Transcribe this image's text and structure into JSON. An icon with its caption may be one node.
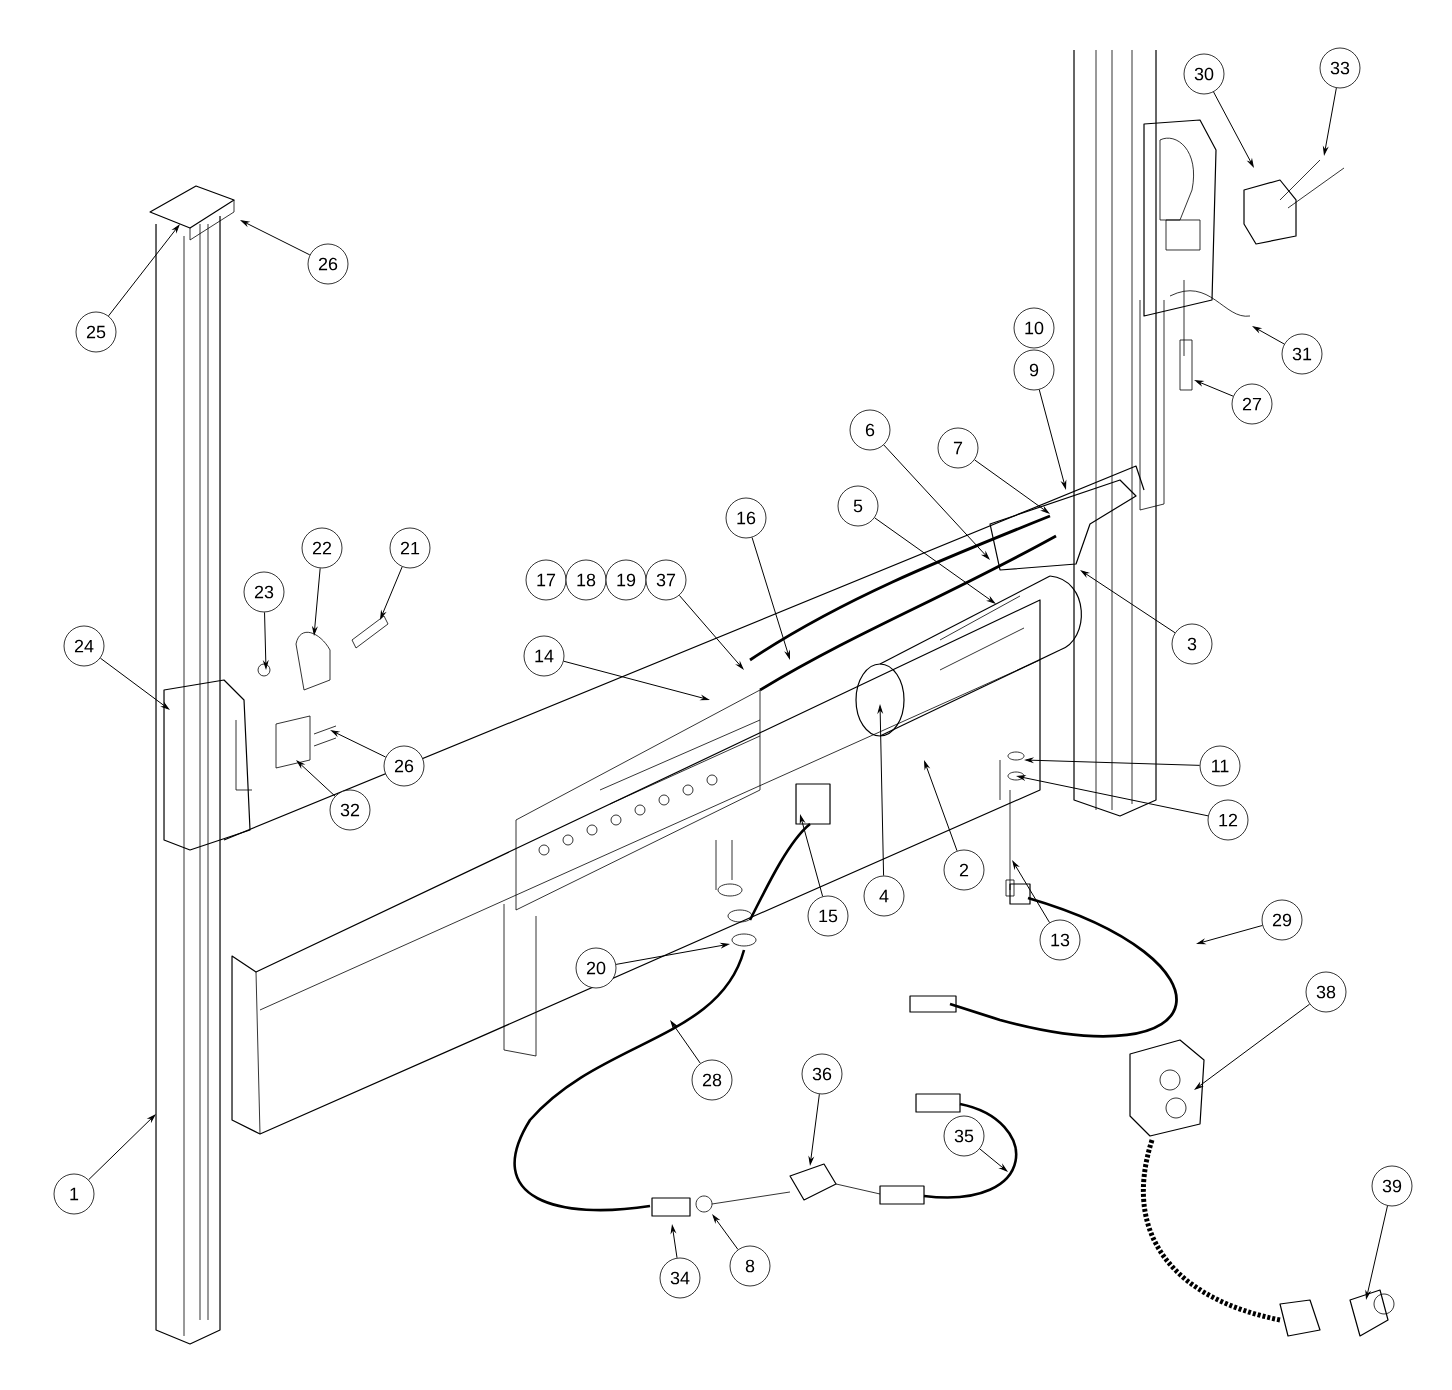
{
  "diagram": {
    "nodes": [
      {
        "text": [
          "1"
        ]
      },
      {
        "text": [
          "2"
        ]
      },
      {
        "text": [
          "3"
        ]
      },
      {
        "text": [
          "4"
        ]
      },
      {
        "text": [
          "5"
        ]
      },
      {
        "text": [
          "6"
        ]
      },
      {
        "text": [
          "7"
        ]
      },
      {
        "text": [
          "8"
        ]
      },
      {
        "text": [
          "9"
        ]
      },
      {
        "text": [
          "10"
        ]
      },
      {
        "text": [
          "11"
        ]
      },
      {
        "text": [
          "12"
        ]
      },
      {
        "text": [
          "13"
        ]
      },
      {
        "text": [
          "14"
        ]
      },
      {
        "text": [
          "15"
        ]
      },
      {
        "text": [
          "16"
        ]
      },
      {
        "text": [
          "17"
        ]
      },
      {
        "text": [
          "18"
        ]
      },
      {
        "text": [
          "19"
        ]
      },
      {
        "text": [
          "20"
        ]
      },
      {
        "text": [
          "21"
        ]
      },
      {
        "text": [
          "22"
        ]
      },
      {
        "text": [
          "23"
        ]
      },
      {
        "text": [
          "24"
        ]
      },
      {
        "text": [
          "25"
        ]
      },
      {
        "text": [
          "26"
        ]
      },
      {
        "text": [
          "26"
        ]
      },
      {
        "text": [
          "27"
        ]
      },
      {
        "text": [
          "28"
        ]
      },
      {
        "text": [
          "29"
        ]
      },
      {
        "text": [
          "30"
        ]
      },
      {
        "text": [
          "31"
        ]
      },
      {
        "text": [
          "32"
        ]
      },
      {
        "text": [
          "33"
        ]
      },
      {
        "text": [
          "34"
        ]
      },
      {
        "text": [
          "35"
        ]
      },
      {
        "text": [
          "36"
        ]
      },
      {
        "text": [
          "37"
        ]
      },
      {
        "text": [
          "38"
        ]
      },
      {
        "text": [
          "39"
        ]
      }
    ],
    "edges": [
      {
        "from": 0,
        "to": null,
        "arrow": "to"
      },
      {
        "from": 1,
        "to": null,
        "arrow": "to"
      },
      {
        "from": 2,
        "to": null,
        "arrow": "to"
      },
      {
        "from": 3,
        "to": null,
        "arrow": "to"
      },
      {
        "from": 4,
        "to": null,
        "arrow": "to"
      },
      {
        "from": 5,
        "to": null,
        "arrow": "to"
      },
      {
        "from": 6,
        "to": null,
        "arrow": "to"
      },
      {
        "from": 7,
        "to": null,
        "arrow": "to"
      },
      {
        "from": 8,
        "to": null,
        "arrow": "to"
      },
      {
        "from": 10,
        "to": null,
        "arrow": "to"
      },
      {
        "from": 11,
        "to": null,
        "arrow": "to"
      },
      {
        "from": 12,
        "to": null,
        "arrow": "to"
      },
      {
        "from": 13,
        "to": null,
        "arrow": "to"
      },
      {
        "from": 14,
        "to": null,
        "arrow": "to"
      },
      {
        "from": 15,
        "to": null,
        "arrow": "to"
      },
      {
        "from": 19,
        "to": null,
        "arrow": "to"
      },
      {
        "from": 20,
        "to": null,
        "arrow": "to"
      },
      {
        "from": 21,
        "to": null,
        "arrow": "to"
      },
      {
        "from": 22,
        "to": null,
        "arrow": "to"
      },
      {
        "from": 23,
        "to": null,
        "arrow": "to"
      },
      {
        "from": 24,
        "to": null,
        "arrow": "to"
      },
      {
        "from": 25,
        "to": null,
        "arrow": "to"
      },
      {
        "from": 26,
        "to": null,
        "arrow": "to"
      },
      {
        "from": 27,
        "to": null,
        "arrow": "to"
      },
      {
        "from": 28,
        "to": null,
        "arrow": "to"
      },
      {
        "from": 29,
        "to": null,
        "arrow": "to"
      },
      {
        "from": 30,
        "to": null,
        "arrow": "to"
      },
      {
        "from": 31,
        "to": null,
        "arrow": "to"
      },
      {
        "from": 32,
        "to": null,
        "arrow": "to"
      },
      {
        "from": 33,
        "to": null,
        "arrow": "to"
      },
      {
        "from": 34,
        "to": null,
        "arrow": "to"
      },
      {
        "from": 35,
        "to": null,
        "arrow": "to"
      },
      {
        "from": 36,
        "to": null,
        "arrow": "to"
      },
      {
        "from": 37,
        "to": null,
        "arrow": "to"
      },
      {
        "from": 38,
        "to": null,
        "arrow": "to"
      },
      {
        "from": 39,
        "to": null,
        "arrow": "to"
      }
    ]
  }
}
